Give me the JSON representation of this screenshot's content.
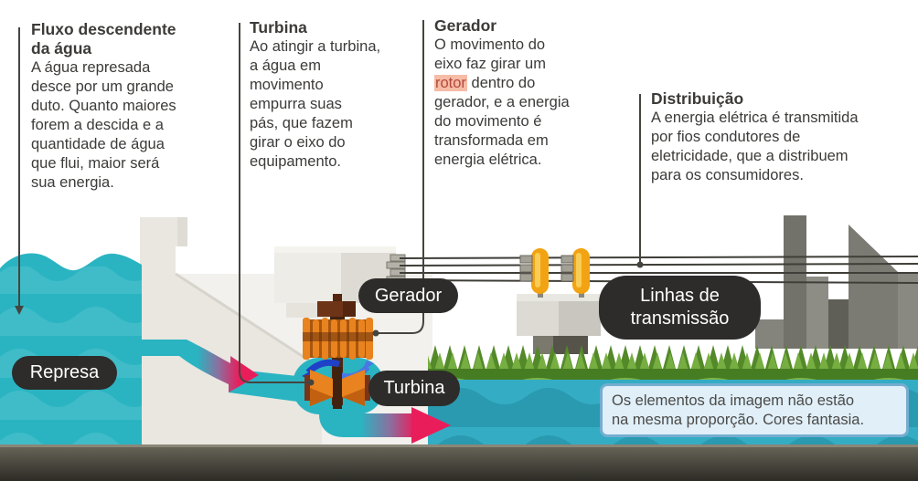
{
  "annotations": {
    "blocks": [
      {
        "title": "Fluxo descendente\nda água",
        "body": "A água represada\ndesce por um grande\nduto. Quanto maiores\nforem a descida e a\nquantidade de água\nque flui, maior será\nsua energia."
      },
      {
        "title": "Turbina",
        "body": "Ao atingir a turbina,\na água em\nmovimento\nempurra suas\npás, que fazem\ngirar o eixo do\nequipamento."
      },
      {
        "title": "Gerador",
        "body_before": "O movimento do\neixo faz girar um\n",
        "highlight": "rotor",
        "body_after": " dentro do\ngerador, e a energia\ndo movimento é\ntransformada em\nenergia elétrica."
      },
      {
        "title": "Distribuição",
        "body": "A energia elétrica é transmitida\npor fios condutores de\neletricidade, que a distribuem\npara os consumidores."
      }
    ]
  },
  "labels": {
    "represa": "Represa",
    "gerador": "Gerador",
    "turbina": "Turbina",
    "linhas": "Linhas de\ntransmissão"
  },
  "note": {
    "text": "Os elementos da imagem não estão\nna mesma proporção. Cores fantasia."
  },
  "icons": {
    "flow_arrows": "pink-flow-arrow",
    "swirl": "blue-rotation-arrows"
  },
  "colors": {
    "text": "#3c3b39",
    "pill_bg": "#2d2c2a",
    "pill_text": "#ffffff",
    "highlight_bg": "#f6bca6",
    "highlight_text": "#b5483a",
    "note_bg": "#e0eff8",
    "note_border": "#74add0",
    "note_text": "#4b4a48",
    "water_teal": "#2ab4c2",
    "water_dark": "#1e95a6",
    "flow_pink": "#ea1d5b",
    "machine_orange": "#e8831f",
    "machine_brown": "#6e3418",
    "insulator_yellow": "#f2a313",
    "grass_light": "#76ae41",
    "grass_dark": "#538929",
    "ground_dark": "#31302a",
    "leader": "#45443f",
    "concrete": "#e9e7e0"
  }
}
